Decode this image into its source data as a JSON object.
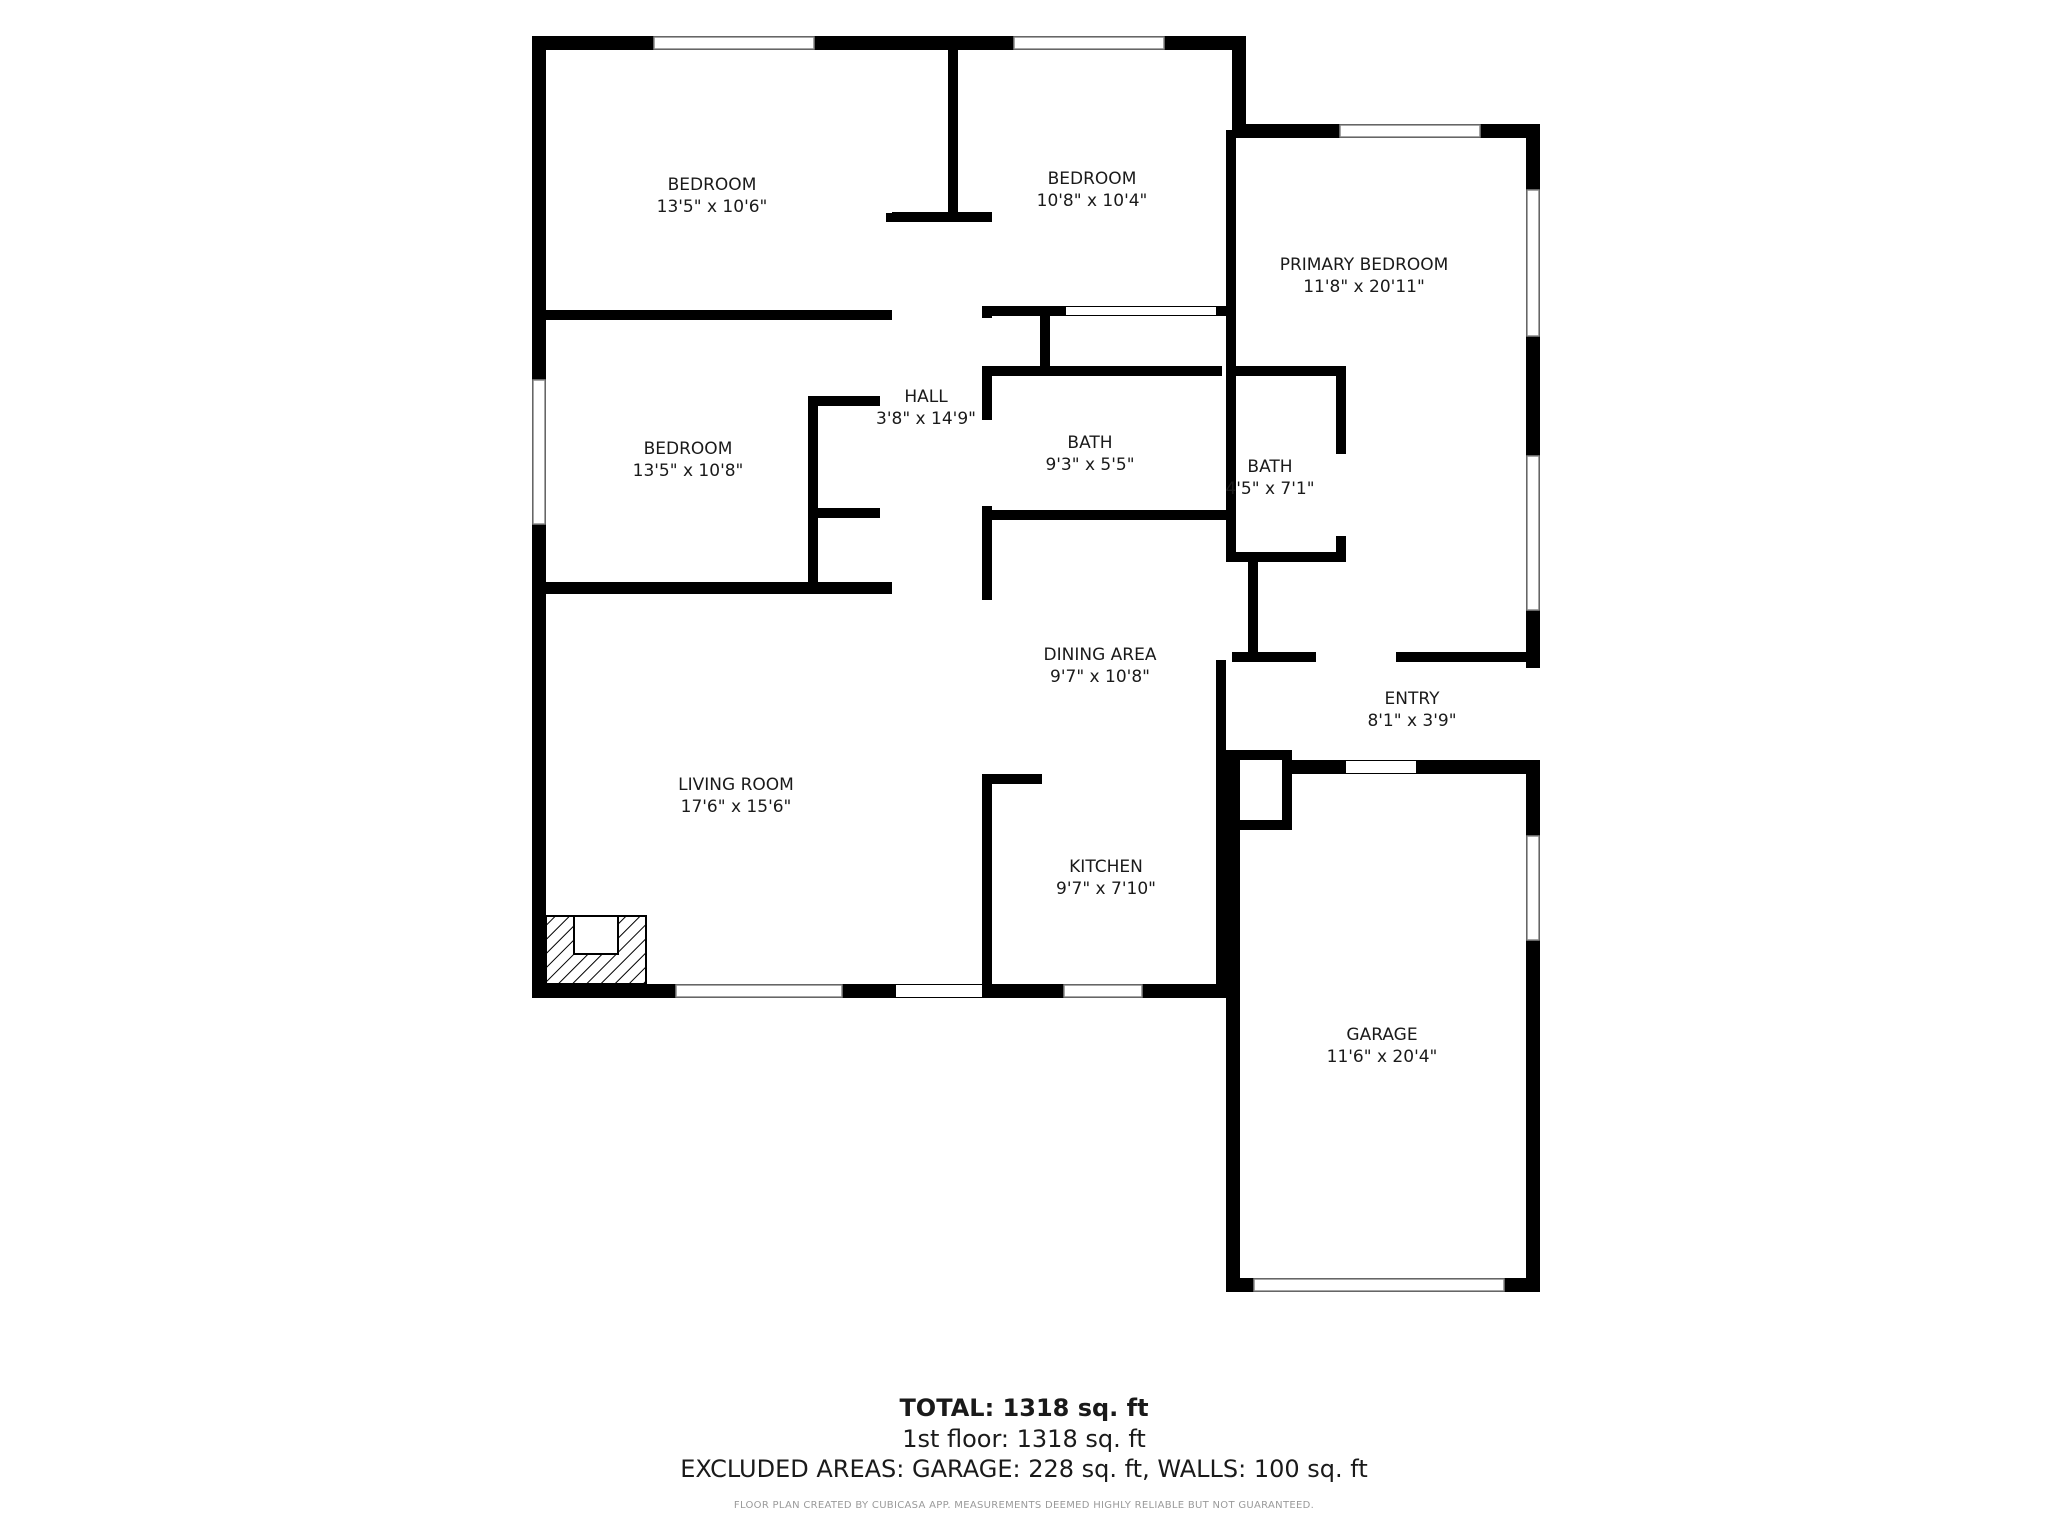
{
  "rooms": {
    "bedroom_top_left": {
      "name": "BEDROOM",
      "dims": "13'5\" x 10'6\""
    },
    "bedroom_top_middle": {
      "name": "BEDROOM",
      "dims": "10'8\" x 10'4\""
    },
    "primary_bedroom": {
      "name": "PRIMARY BEDROOM",
      "dims": "11'8\" x 20'11\""
    },
    "bedroom_middle_left": {
      "name": "BEDROOM",
      "dims": "13'5\" x 10'8\""
    },
    "hall": {
      "name": "HALL",
      "dims": "3'8\" x 14'9\""
    },
    "bath_main": {
      "name": "BATH",
      "dims": "9'3\" x 5'5\""
    },
    "bath_primary": {
      "name": "BATH",
      "dims": "4'5\" x 7'1\""
    },
    "dining_area": {
      "name": "DINING AREA",
      "dims": "9'7\" x 10'8\""
    },
    "entry": {
      "name": "ENTRY",
      "dims": "8'1\" x 3'9\""
    },
    "living_room": {
      "name": "LIVING ROOM",
      "dims": "17'6\" x 15'6\""
    },
    "kitchen": {
      "name": "KITCHEN",
      "dims": "9'7\" x 7'10\""
    },
    "garage": {
      "name": "GARAGE",
      "dims": "11'6\" x 20'4\""
    }
  },
  "summary": {
    "total": "TOTAL: 1318 sq. ft",
    "floor": "1st floor: 1318 sq. ft",
    "excluded": "EXCLUDED AREAS: GARAGE: 228 sq. ft, WALLS: 100 sq. ft",
    "disclaimer": "FLOOR PLAN CREATED BY CUBICASA APP. MEASUREMENTS DEEMED HIGHLY RELIABLE BUT NOT GUARANTEED."
  }
}
